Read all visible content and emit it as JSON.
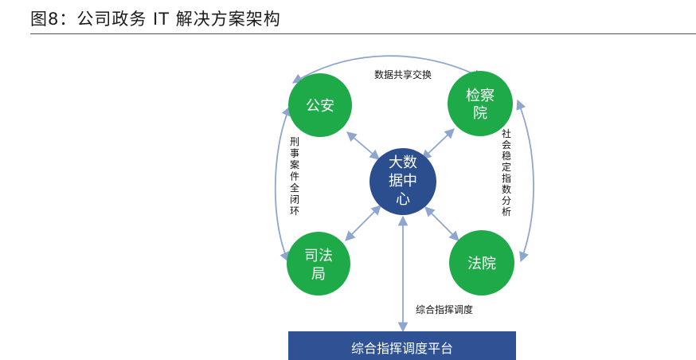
{
  "figure_title": "图8：公司政务 IT 解决方案架构",
  "colors": {
    "node_green": "#1faa4a",
    "hub_blue": "#2b4f8e",
    "arrow": "#8ea6cf",
    "platform_bar": "#2e5293"
  },
  "nodes": {
    "police": {
      "lines": [
        "公安"
      ]
    },
    "procuratorate": {
      "lines": [
        "检察",
        "院"
      ]
    },
    "hub": {
      "lines": [
        "大数",
        "据中",
        "心"
      ]
    },
    "justice": {
      "lines": [
        "司法",
        "局"
      ]
    },
    "court": {
      "lines": [
        "法院"
      ]
    }
  },
  "edge_labels": {
    "top": "数据共享交换",
    "left": "刑事案件全闭环",
    "right": "社会稳定指数分析",
    "bottom": "综合指挥调度"
  },
  "platform": {
    "label": "综合指挥调度平台"
  }
}
